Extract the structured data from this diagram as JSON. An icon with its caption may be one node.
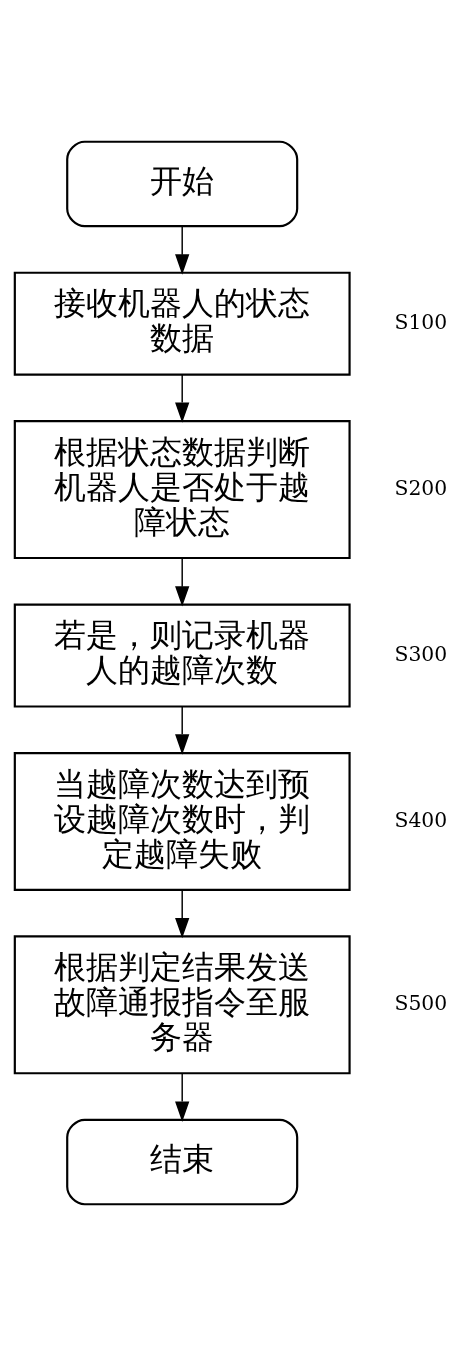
{
  "diagram": {
    "nodes": [
      {
        "text": [
          "开始"
        ]
      },
      {
        "text": [
          "接收机器人的状态数据"
        ],
        "beside": [
          "S100"
        ]
      },
      {
        "text": [
          "根据状态数据判断机器人是否处于越障状态"
        ],
        "beside": [
          "S200"
        ]
      },
      {
        "text": [
          "若是，则记录机器人的越障次数"
        ],
        "beside": [
          "S300"
        ]
      },
      {
        "text": [
          "当越障次数达到预设越障次数时，判定越障失败"
        ],
        "beside": [
          "S400"
        ]
      },
      {
        "text": [
          "根据判定结果发送故障通报指令至服务器"
        ],
        "beside": [
          "S500"
        ]
      },
      {
        "text": [
          "结束"
        ]
      }
    ],
    "edges": [
      {
        "from": 0,
        "to": 1,
        "arrow": "to"
      },
      {
        "from": 1,
        "to": 2,
        "arrow": "to"
      },
      {
        "from": 2,
        "to": 3,
        "arrow": "to"
      },
      {
        "from": 3,
        "to": 4,
        "arrow": "to"
      },
      {
        "from": 4,
        "to": 5,
        "arrow": "to"
      },
      {
        "from": 5,
        "to": 6,
        "arrow": "to"
      }
    ]
  }
}
